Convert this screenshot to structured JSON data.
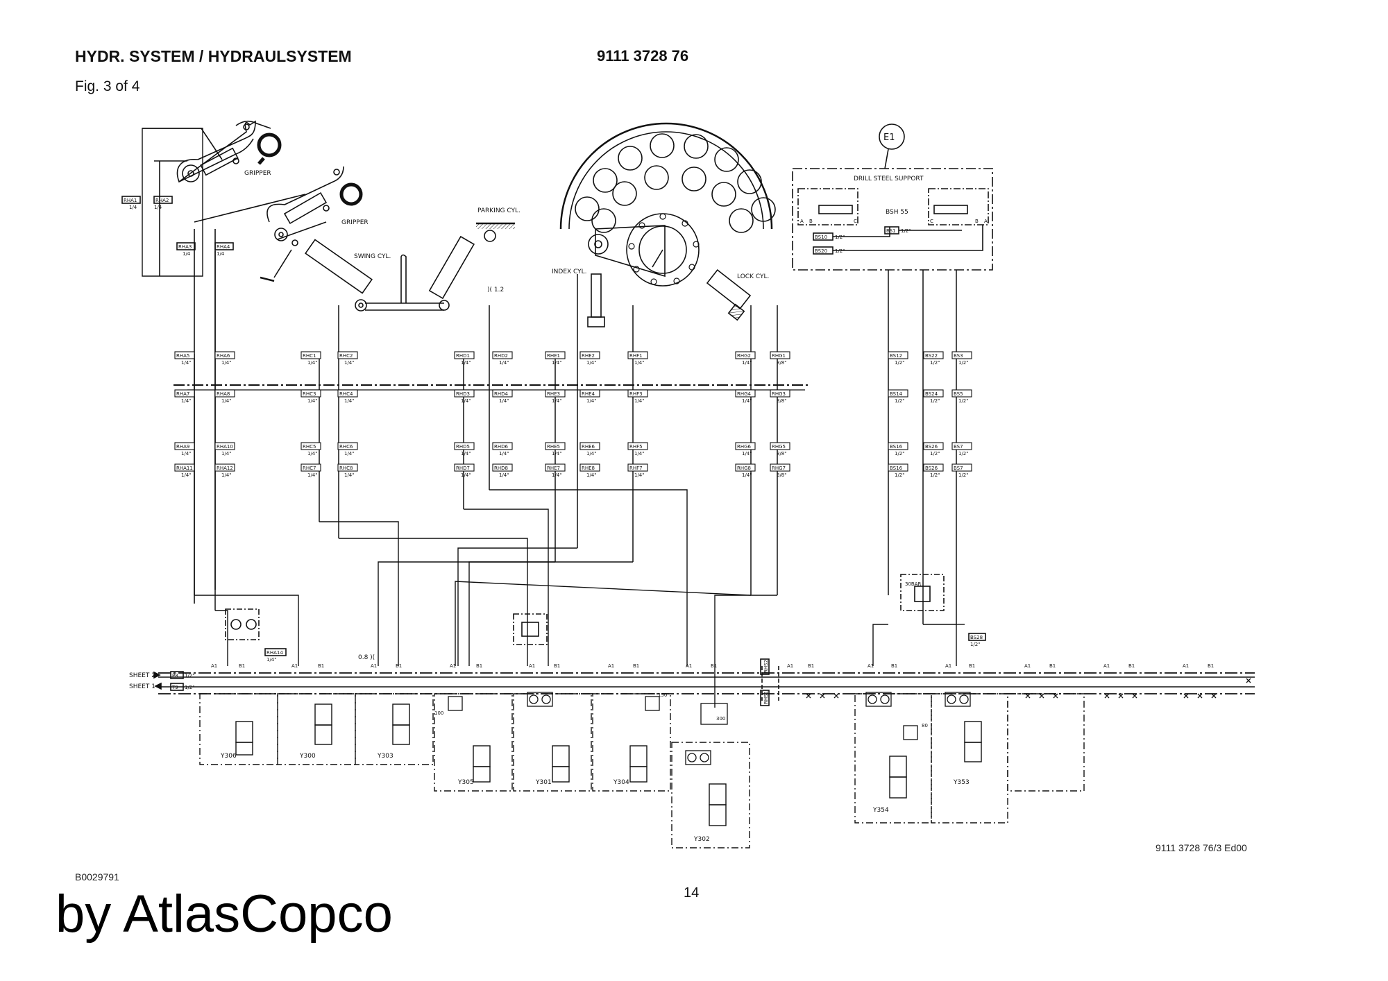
{
  "header": {
    "title": "HYDR. SYSTEM / HYDRAULSYSTEM",
    "part_number": "9111 3728 76",
    "figure": "Fig. 3 of 4"
  },
  "footer": {
    "drawing_id": "9111 3728 76/3 Ed00",
    "ref_code": "B0029791",
    "page_number": "14",
    "brand": "by AtlasCopco"
  },
  "components": {
    "e1_label": "E1",
    "drill_steel_support": "DRILL STEEL SUPPORT",
    "bsh": "BSH 55",
    "gripper1": "GRIPPER",
    "gripper2": "GRIPPER",
    "parking_cyl": "PARKING CYL.",
    "swing_cyl": "SWING CYL.",
    "index_cyl": "INDEX CYL.",
    "lock_cyl": "LOCK CYL.",
    "orifice_12": ")( 1.2",
    "orifice_08": "0.8 )(",
    "relief_30bar": "30BAR",
    "relief_100": "100",
    "relief_150": "150",
    "relief_300": "300",
    "relief_80": "80",
    "sheet2": "SHEET 2",
    "sheet1": "SHEET 1",
    "port_p8": "P8",
    "port_t9": "T9",
    "size_half": "1/2\"",
    "bs28": "BS28",
    "rhs2": "RHS2",
    "rhs1": "RHS1",
    "a1": "A1",
    "b1": "B1",
    "bs10": "BS10",
    "bs1": "BS1",
    "bs20": "BS20",
    "port_a": "A",
    "port_b": "B",
    "port_c": "C",
    "rha14": "RHA14",
    "size_quarter": "1/4\"",
    "size_38": "3/8\"",
    "size_14": "1/4",
    "rha1": "RHA1",
    "rha2": "RHA2",
    "rha3": "RHA3",
    "rha4": "RHA4"
  },
  "valves": [
    "Y306",
    "Y300",
    "Y303",
    "Y305",
    "Y301",
    "Y304",
    "Y302",
    "Y354",
    "Y353"
  ],
  "hose_rows": [
    [
      [
        "RHA5",
        "1/4\""
      ],
      [
        "RHA6",
        "1/4\""
      ],
      [
        "RHC1",
        "1/4\""
      ],
      [
        "RHC2",
        "1/4\""
      ],
      [
        "RHD1",
        "1/4\""
      ],
      [
        "RHD2",
        "1/4\""
      ],
      [
        "RHE1",
        "1/4\""
      ],
      [
        "RHE2",
        "1/4\""
      ],
      [
        "RHF1",
        "1/4\""
      ],
      [
        "RHG2",
        "1/4\""
      ],
      [
        "RHG1",
        "3/8\""
      ],
      [
        "BS12",
        "1/2\""
      ],
      [
        "BS22",
        "1/2\""
      ],
      [
        "BS3",
        "1/2\""
      ]
    ],
    [
      [
        "RHA7",
        "1/4\""
      ],
      [
        "RHA8",
        "1/4\""
      ],
      [
        "RHC3",
        "1/4\""
      ],
      [
        "RHC4",
        "1/4\""
      ],
      [
        "RHD3",
        "1/4\""
      ],
      [
        "RHD4",
        "1/4\""
      ],
      [
        "RHE3",
        "1/4\""
      ],
      [
        "RHE4",
        "1/4\""
      ],
      [
        "RHF3",
        "1/4\""
      ],
      [
        "RHG4",
        "1/4\""
      ],
      [
        "RHG3",
        "3/8\""
      ],
      [
        "BS14",
        "1/2\""
      ],
      [
        "BS24",
        "1/2\""
      ],
      [
        "BS5",
        "1/2\""
      ]
    ],
    [
      [
        "RHA9",
        "1/4\""
      ],
      [
        "RHA10",
        "1/4\""
      ],
      [
        "RHC5",
        "1/4\""
      ],
      [
        "RHC6",
        "1/4\""
      ],
      [
        "RHD5",
        "1/4\""
      ],
      [
        "RHD6",
        "1/4\""
      ],
      [
        "RHE5",
        "1/4\""
      ],
      [
        "RHE6",
        "1/4\""
      ],
      [
        "RHF5",
        "1/4\""
      ],
      [
        "RHG6",
        "1/4\""
      ],
      [
        "RHG5",
        "3/8\""
      ],
      [
        "BS16",
        "1/2\""
      ],
      [
        "BS26",
        "1/2\""
      ],
      [
        "BS7",
        "1/2\""
      ]
    ],
    [
      [
        "RHA11",
        "1/4\""
      ],
      [
        "RHA12",
        "1/4\""
      ],
      [
        "RHC7",
        "1/4\""
      ],
      [
        "RHC8",
        "1/4\""
      ],
      [
        "RHD7",
        "1/4\""
      ],
      [
        "RHD8",
        "1/4\""
      ],
      [
        "RHE7",
        "1/4\""
      ],
      [
        "RHE8",
        "1/4\""
      ],
      [
        "RHF7",
        "1/4\""
      ],
      [
        "RHG8",
        "1/4\""
      ],
      [
        "RHG7",
        "3/8\""
      ],
      [
        "BS16",
        "1/2\""
      ],
      [
        "BS26",
        "1/2\""
      ],
      [
        "BS7",
        "1/2\""
      ]
    ]
  ]
}
